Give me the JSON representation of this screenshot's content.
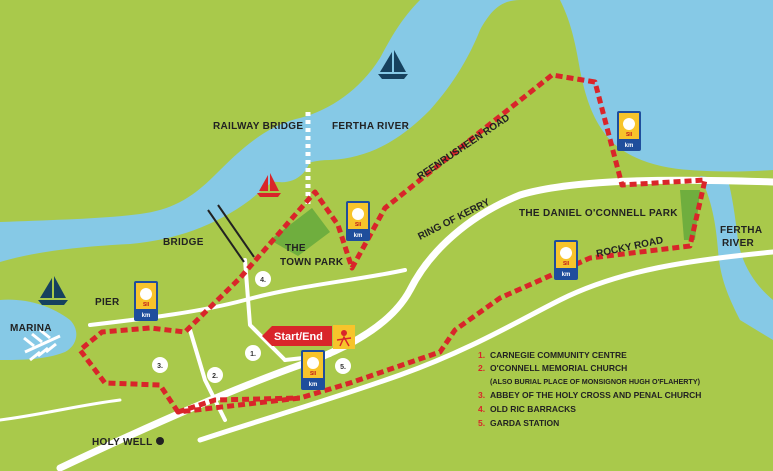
{
  "colors": {
    "land": "#a9c94b",
    "water": "#86c9e6",
    "park": "#6fae3e",
    "road": "#ffffff",
    "route": "#d9252a",
    "marker_blue": "#1f4e9c",
    "marker_yellow": "#f7c42b"
  },
  "labels": {
    "railway_bridge": "RAILWAY BRIDGE",
    "fertha_river_top": "FERTHA RIVER",
    "reenrusheen_road": "REENRUSHEEN ROAD",
    "ring_of_kerry": "RING OF KERRY",
    "daniel_oconnell_park": "THE DANIEL O'CONNELL PARK",
    "fertha_river_right_1": "FERTHA",
    "fertha_river_right_2": "RIVER",
    "rocky_road": "ROCKY ROAD",
    "bridge": "BRIDGE",
    "town_park_1": "THE",
    "town_park_2": "TOWN PARK",
    "pier": "PIER",
    "marina": "MARINA",
    "holy_well": "HOLY WELL",
    "start_end": "Start/End"
  },
  "km_marker": {
    "brand": "SII",
    "unit": "km"
  },
  "poi_numbers": [
    "1.",
    "2.",
    "3.",
    "4.",
    "5."
  ],
  "legend": [
    {
      "num": "1.",
      "text": "CARNEGIE COMMUNITY CENTRE"
    },
    {
      "num": "2.",
      "text": "O'CONNELL MEMORIAL CHURCH"
    },
    {
      "num": "",
      "text": "(ALSO BURIAL PLACE OF MONSIGNOR HUGH O'FLAHERTY)"
    },
    {
      "num": "3.",
      "text": "ABBEY OF THE HOLY CROSS AND PENAL CHURCH"
    },
    {
      "num": "4.",
      "text": "OLD RIC BARRACKS"
    },
    {
      "num": "5.",
      "text": "GARDA STATION"
    }
  ],
  "icons": [
    "sailboat-icon",
    "runner-icon",
    "dot-icon",
    "km-marker-icon"
  ]
}
